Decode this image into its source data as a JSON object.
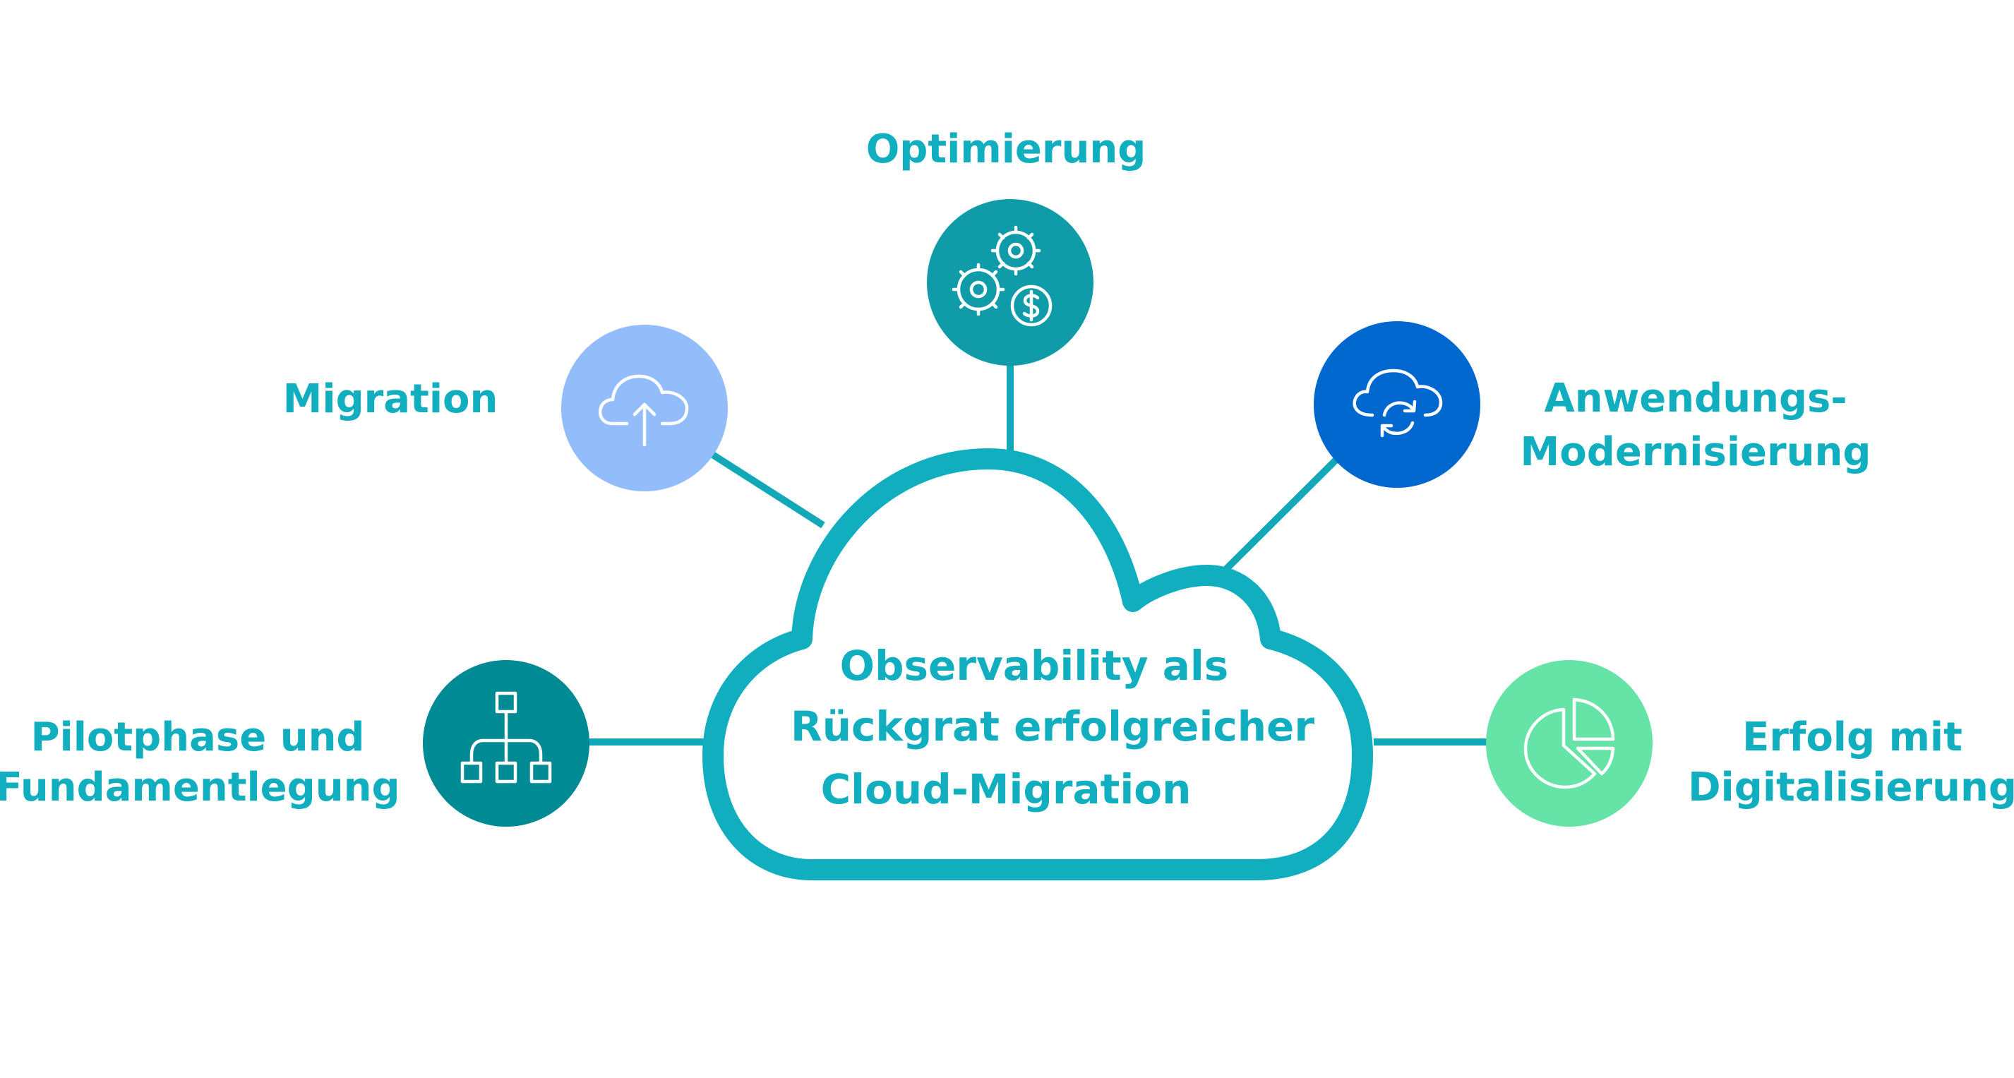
{
  "center": {
    "line1": "Observability als",
    "line2": "Rückgrat erfolgreicher",
    "line3": "Cloud-Migration"
  },
  "nodes": {
    "optimierung": {
      "label": "Optimierung",
      "icon": "gears-dollar-icon",
      "color": "#0f9ba8"
    },
    "migration": {
      "label": "Migration",
      "icon": "cloud-upload-icon",
      "color": "#93bcfb"
    },
    "modernisierung": {
      "label1": "Anwendungs-",
      "label2": "Modernisierung",
      "icon": "cloud-sync-icon",
      "color": "#0067cf"
    },
    "pilotphase": {
      "label1": "Pilotphase und",
      "label2": "Fundamentlegung",
      "icon": "hierarchy-icon",
      "color": "#008a93"
    },
    "erfolg": {
      "label1": "Erfolg mit",
      "label2": "Digitalisierung",
      "icon": "pie-chart-icon",
      "color": "#66e3a6"
    }
  },
  "colors": {
    "accent": "#10aebf",
    "connector": "#12a8b8",
    "cloud_stroke": "#11aec0"
  }
}
